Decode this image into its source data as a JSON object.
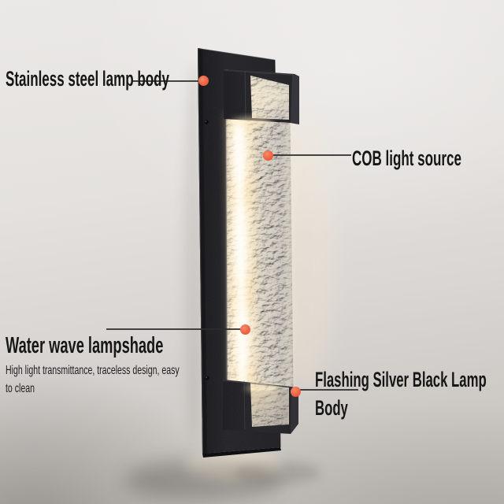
{
  "figure": {
    "type": "product-callout-image",
    "subject": "wall-lamp"
  },
  "callouts": [
    {
      "id": "stainless-steel-lamp-body",
      "label": "Stainless steel lamp body"
    },
    {
      "id": "cob-light-source",
      "label": "COB light source"
    },
    {
      "id": "water-wave-lampshade",
      "label": "Water wave lampshade",
      "description": "High light transmittance, traceless design, easy to clean",
      "description_lines": [
        "High light transmittance, traceless design, easy",
        "to clean"
      ]
    },
    {
      "id": "flashing-silver-black-lamp-body",
      "label": "Flashing Silver Black Lamp Body",
      "label_lines": [
        "Flashing Silver Black Lamp",
        "Body"
      ]
    }
  ],
  "colors": {
    "callout_dot": "#ee6243",
    "label_text": "#161616",
    "leader_line": "#2c2c2c",
    "lamp_metal": "#28282b",
    "glass_glow": "#fff4db",
    "wall_top": "#ebe9e7",
    "wall_bottom": "#c1bdb9"
  }
}
